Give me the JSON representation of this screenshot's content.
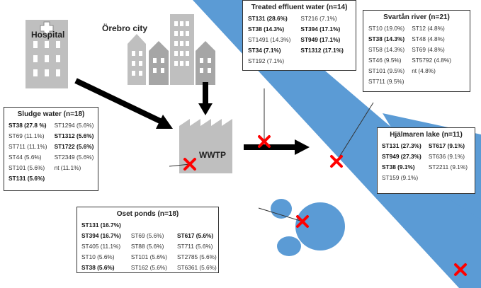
{
  "labels": {
    "hospital": "Hospital",
    "city": "Örebro city",
    "wwtp": "WWTP"
  },
  "colors": {
    "water": "#5b9bd5",
    "marker": "#ff0000",
    "building": "#bfbfbf",
    "building_dark": "#a6a6a6",
    "window": "#ffffff",
    "arrow": "#000000"
  },
  "boxes": {
    "sludge": {
      "title": "Sludge water (n=18)",
      "rows": [
        [
          {
            "t": "ST38 (27.8 %)",
            "b": true
          },
          {
            "t": "ST1294 (5.6%)",
            "b": false
          }
        ],
        [
          {
            "t": "ST69 (11.1%)",
            "b": false
          },
          {
            "t": "ST1312 (5.6%)",
            "b": true
          }
        ],
        [
          {
            "t": "ST711 (11.1%)",
            "b": false
          },
          {
            "t": "ST1722 (5.6%)",
            "b": true
          }
        ],
        [
          {
            "t": "ST44 (5.6%)",
            "b": false
          },
          {
            "t": "ST2349 (5.6%)",
            "b": false
          }
        ],
        [
          {
            "t": "ST101 (5.6%)",
            "b": false
          },
          {
            "t": "nt (11.1%)",
            "b": false
          }
        ],
        [
          {
            "t": "ST131 (5.6%)",
            "b": true
          },
          {
            "t": "",
            "b": false
          }
        ]
      ]
    },
    "effluent": {
      "title": "Treated effluent water (n=14)",
      "rows": [
        [
          {
            "t": "ST131 (28.6%)",
            "b": true
          },
          {
            "t": "ST216 (7.1%)",
            "b": false
          }
        ],
        [
          {
            "t": "ST38 (14.3%)",
            "b": true
          },
          {
            "t": "ST394 (17.1%)",
            "b": true
          }
        ],
        [
          {
            "t": "ST1491 (14.3%)",
            "b": false
          },
          {
            "t": "ST949 (17.1%)",
            "b": true
          }
        ],
        [
          {
            "t": "ST34 (7.1%)",
            "b": true
          },
          {
            "t": "ST1312 (17.1%)",
            "b": true
          }
        ],
        [
          {
            "t": "ST192 (7.1%)",
            "b": false
          },
          {
            "t": "",
            "b": false
          }
        ]
      ]
    },
    "svartan": {
      "title": "Svartån river (n=21)",
      "rows": [
        [
          {
            "t": "ST10 (19.0%)",
            "b": false
          },
          {
            "t": "ST12 (4.8%)",
            "b": false
          }
        ],
        [
          {
            "t": "ST38 (14.3%)",
            "b": true
          },
          {
            "t": "ST48 (4.8%)",
            "b": false
          }
        ],
        [
          {
            "t": "ST58 (14.3%)",
            "b": false
          },
          {
            "t": "ST69 (4.8%)",
            "b": false
          }
        ],
        [
          {
            "t": "ST46 (9.5%)",
            "b": false
          },
          {
            "t": "ST5792 (4.8%)",
            "b": false
          }
        ],
        [
          {
            "t": "ST101 (9.5%)",
            "b": false
          },
          {
            "t": "nt (4.8%)",
            "b": false
          }
        ],
        [
          {
            "t": "ST711 (9.5%)",
            "b": false
          },
          {
            "t": "",
            "b": false
          }
        ]
      ]
    },
    "hjalmaren": {
      "title": "Hjälmaren lake (n=11)",
      "rows": [
        [
          {
            "t": "ST131 (27.3%)",
            "b": true
          },
          {
            "t": "ST617 (9.1%)",
            "b": true
          }
        ],
        [
          {
            "t": "ST949 (27.3%)",
            "b": true
          },
          {
            "t": "ST636 (9.1%)",
            "b": false
          }
        ],
        [
          {
            "t": "ST38 (9.1%)",
            "b": true
          },
          {
            "t": "ST2211 (9.1%)",
            "b": false
          }
        ],
        [
          {
            "t": "ST159 (9.1%)",
            "b": false
          },
          {
            "t": "",
            "b": false
          }
        ]
      ]
    },
    "oset": {
      "title": "Oset ponds (n=18)",
      "rows": [
        [
          {
            "t": "ST131 (16.7%)",
            "b": true
          },
          {
            "t": "",
            "b": false
          },
          {
            "t": "",
            "b": false
          }
        ],
        [
          {
            "t": "ST394 (16.7%)",
            "b": true
          },
          {
            "t": "ST69 (5.6%)",
            "b": false
          },
          {
            "t": "ST617 (5.6%)",
            "b": true
          }
        ],
        [
          {
            "t": "ST405 (11.1%)",
            "b": false
          },
          {
            "t": "ST88 (5.6%)",
            "b": false
          },
          {
            "t": "ST711 (5.6%)",
            "b": false
          }
        ],
        [
          {
            "t": "ST10 (5.6%)",
            "b": false
          },
          {
            "t": "ST101 (5.6%)",
            "b": false
          },
          {
            "t": "ST2785 (5.6%)",
            "b": false
          }
        ],
        [
          {
            "t": "ST38 (5.6%)",
            "b": true
          },
          {
            "t": "ST162 (5.6%)",
            "b": false
          },
          {
            "t": "ST6361 (5.6%)",
            "b": false
          }
        ]
      ]
    }
  }
}
